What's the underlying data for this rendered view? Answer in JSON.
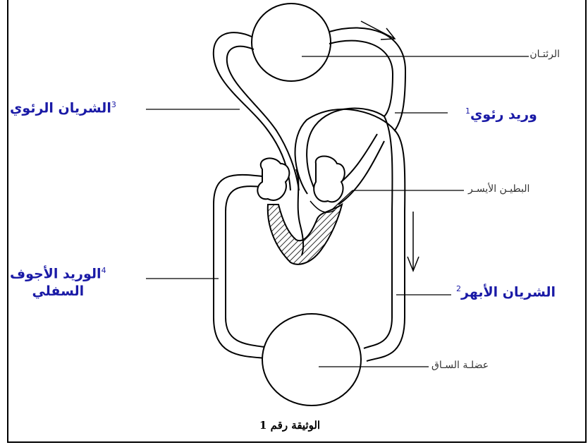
{
  "labels": {
    "lungs": "الرئتـان",
    "pulmonary_vein": "وريد رئوي",
    "pulmonary_vein_num": "1",
    "pulmonary_artery": "الشريان الرئوي",
    "pulmonary_artery_num": "3",
    "left_ventricle": "البطيـن الأيسـر",
    "aorta": "الشريان الأبهر",
    "aorta_num": "2",
    "inferior_vena_cava_line1": "الوريد الأجوف",
    "inferior_vena_cava_line2": "السفلي",
    "inferior_vena_cava_num": "4",
    "leg_muscle": "عضلـة السـاق"
  },
  "caption": "الوثيقة رقم 1"
}
